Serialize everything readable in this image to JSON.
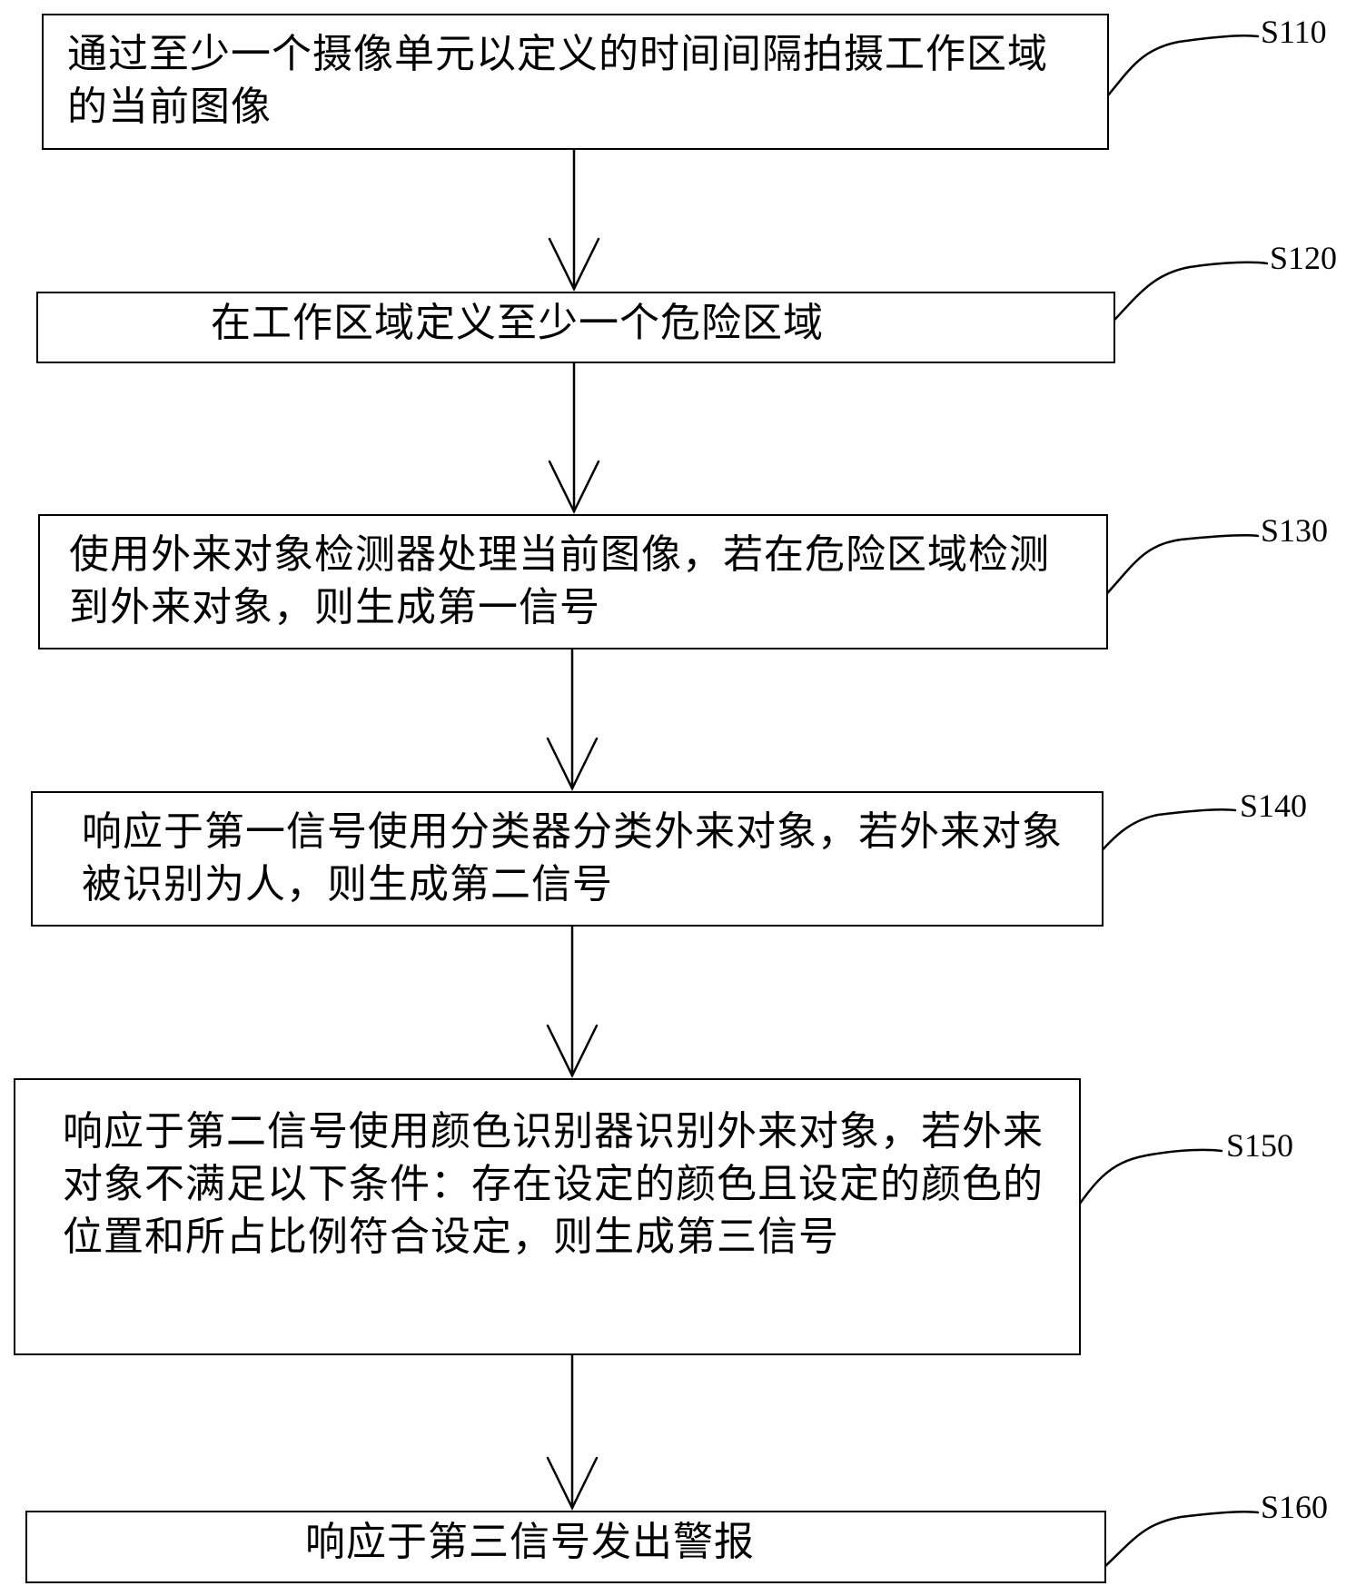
{
  "steps": [
    {
      "id": "S110",
      "text": "通过至少一个摄像单元以定义的时间间隔拍摄工作区域的当前图像"
    },
    {
      "id": "S120",
      "text": "在工作区域定义至少一个危险区域"
    },
    {
      "id": "S130",
      "text": "使用外来对象检测器处理当前图像，若在危险区域检测到外来对象，则生成第一信号"
    },
    {
      "id": "S140",
      "text": "响应于第一信号使用分类器分类外来对象，若外来对象被识别为人，则生成第二信号"
    },
    {
      "id": "S150",
      "text": "响应于第二信号使用颜色识别器识别外来对象，若外来对象不满足以下条件：存在设定的颜色且设定的颜色的位置和所占比例符合设定，则生成第三信号"
    },
    {
      "id": "S160",
      "text": "响应于第三信号发出警报"
    }
  ]
}
